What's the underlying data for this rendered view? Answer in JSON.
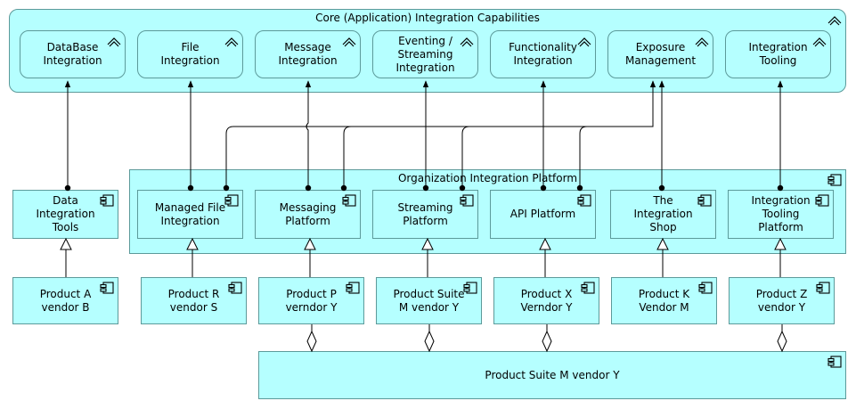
{
  "capabilities_group": {
    "title": "Core (Application) Integration Capabilities"
  },
  "capabilities": [
    {
      "id": "db",
      "label": "DataBase Integration"
    },
    {
      "id": "file",
      "label": "File Integration"
    },
    {
      "id": "msg",
      "label": "Message Integration"
    },
    {
      "id": "evt",
      "label": "Eventing / Streaming Integration"
    },
    {
      "id": "fun",
      "label": "Functionality Integration"
    },
    {
      "id": "exp",
      "label": "Exposure Management"
    },
    {
      "id": "tool",
      "label": "Integration Tooling"
    }
  ],
  "platform_group": {
    "title": "Organization Integration Platform"
  },
  "components": {
    "data_tools": "Data Integration Tools",
    "mft": "Managed File Integration",
    "messaging": "Messaging Platform",
    "streaming": "Streaming Platform",
    "api": "API Platform",
    "shop": "The Integration Shop",
    "tooling_platform": "Integration Tooling Platform"
  },
  "products": {
    "a": "Product A vendor B",
    "r": "Product R vendor S",
    "p": "Product P verndor Y",
    "suite_m_small": "Product Suite M vendor Y",
    "x": "Product X Verndor Y",
    "k": "Product K Vendor M",
    "z": "Product Z vendor Y",
    "suite_m_large": "Product Suite M vendor Y"
  },
  "icons": {
    "capability": "capability-icon",
    "component": "application-component-icon"
  },
  "colors": {
    "fill": "#b5ffff",
    "border": "#5c9a9a",
    "line": "#000000"
  }
}
